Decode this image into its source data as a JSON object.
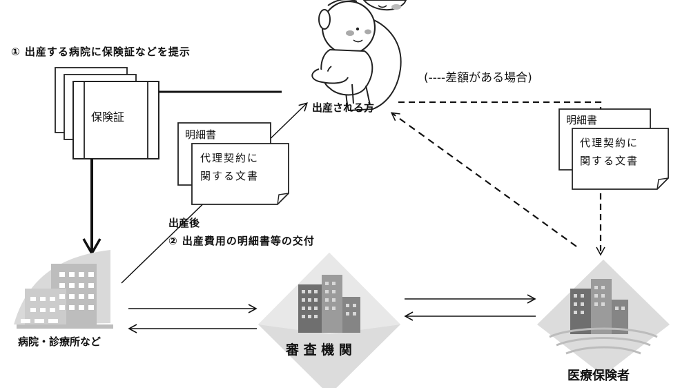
{
  "steps": {
    "step1": "① 出産する病院に保険証などを提示",
    "after_birth": "出産後",
    "step2": "② 出産費用の明細書等の交付",
    "difference_note": "(----差額がある場合)"
  },
  "documents": {
    "insurance_card": "保険証",
    "statement": "明細書",
    "proxy_contract_line1": "代理契約に",
    "proxy_contract_line2": "関する文書"
  },
  "actors": {
    "mother": "出産される方",
    "hospital": "病院・診療所など",
    "review_agency": "審 査 機 関",
    "insurer": "医療保険者"
  },
  "colors": {
    "line": "#111111",
    "building_gray": "#8a8a8a",
    "building_light": "#c8c8c8"
  }
}
